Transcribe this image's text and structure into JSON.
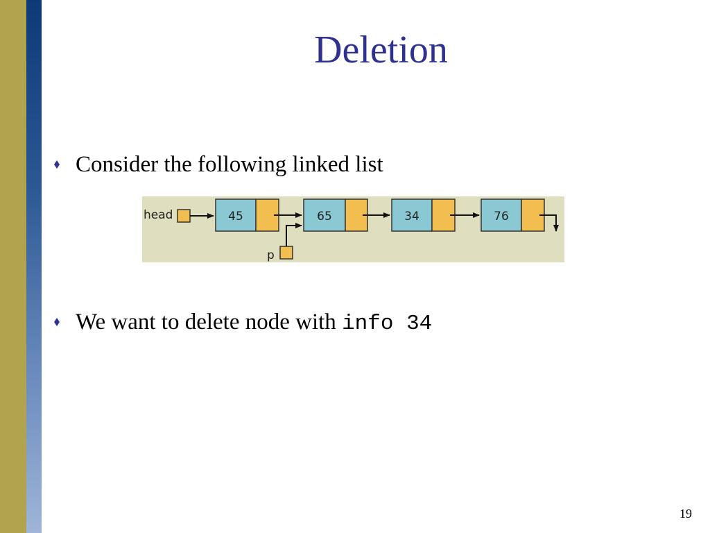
{
  "slide": {
    "title": "Deletion",
    "bullets": [
      {
        "text": "Consider the following linked list"
      },
      {
        "text": "We want to delete node with ",
        "code": "info 34"
      }
    ],
    "diagram": {
      "head_label": "head",
      "pointer_label": "p",
      "nodes": [
        "45",
        "65",
        "34",
        "76"
      ]
    },
    "page_number": "19"
  },
  "colors": {
    "title": "#2e3192",
    "sidebar_olive": "#b1a44e",
    "sidebar_blue": "#0d3a76",
    "diagram_bg": "#dfdfbf",
    "node_info": "#8ac9d3",
    "node_link": "#f2be4f"
  }
}
